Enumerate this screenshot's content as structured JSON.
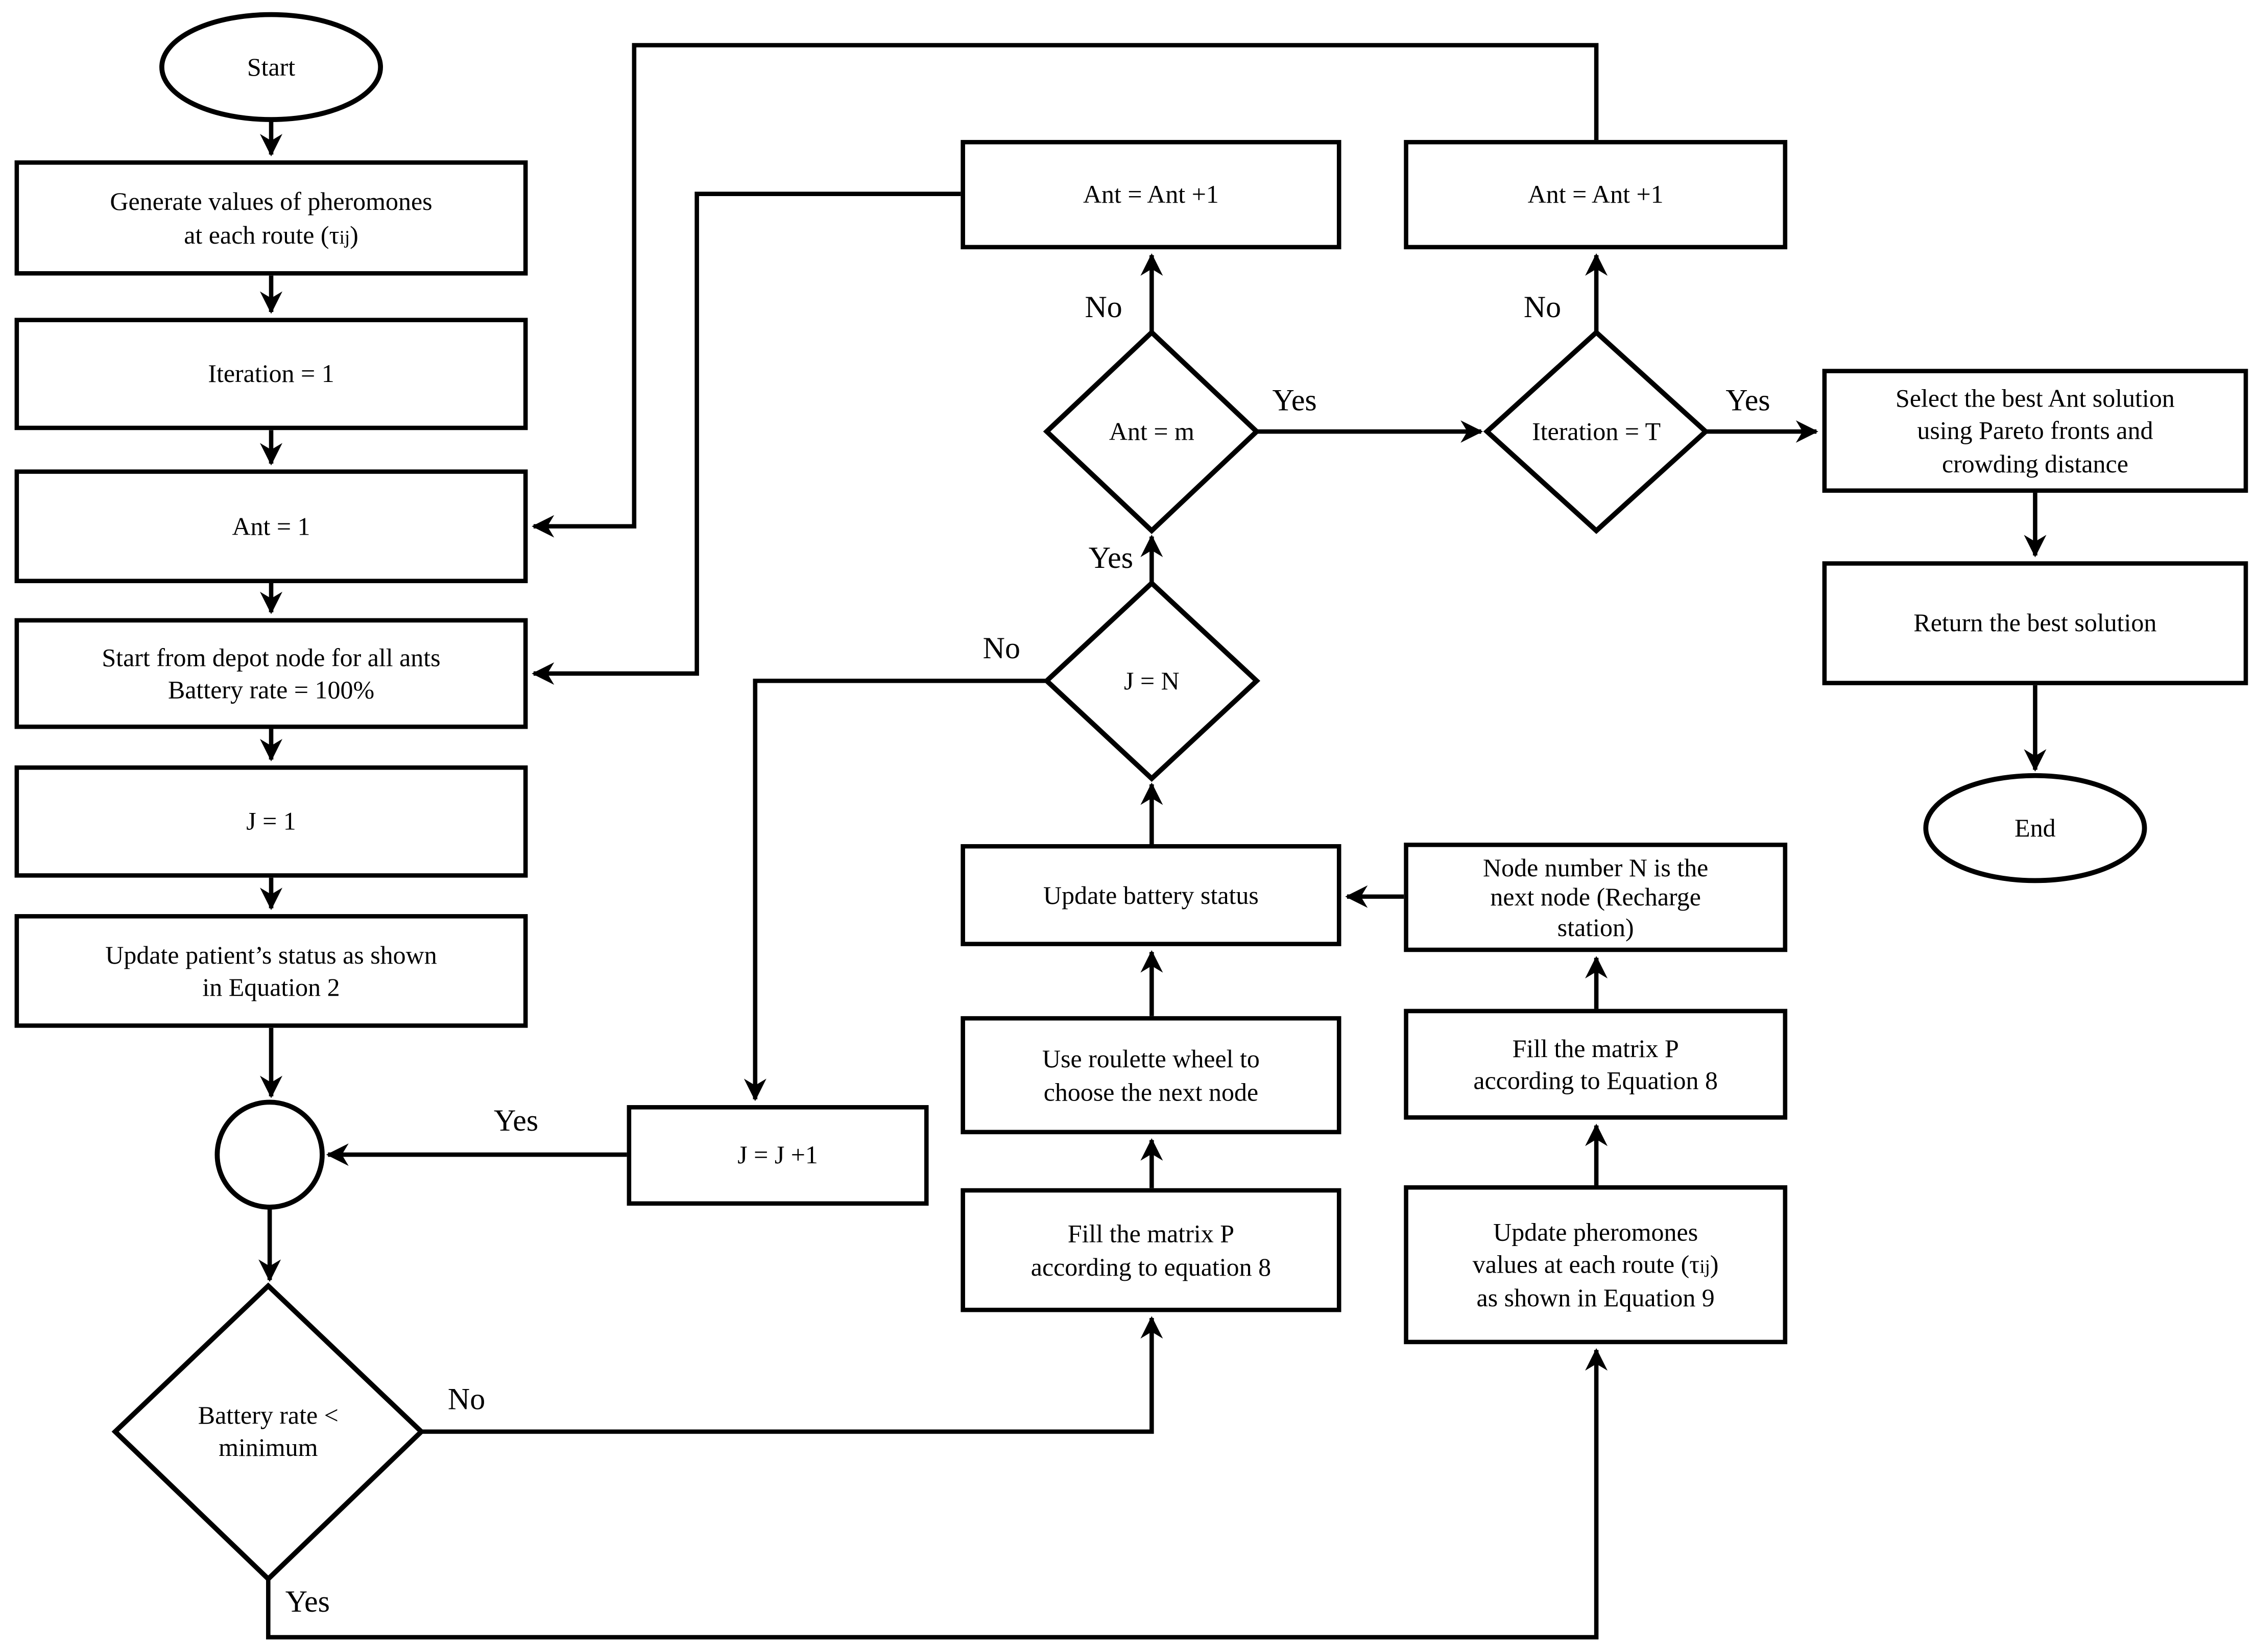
{
  "figure": {
    "nodes": {
      "start": "Start",
      "end": "End",
      "gen_pheromones": {
        "line1": "Generate values of pheromones",
        "line2_pre": "at each route (τ",
        "line2_sub": "ij",
        "line2_post": ")"
      },
      "iteration1": "Iteration = 1",
      "ant1": "Ant = 1",
      "depot": {
        "line1": "Start from depot node for all ants",
        "line2": "Battery rate = 100%"
      },
      "j1": "J = 1",
      "update_patient": {
        "line1": "Update patient’s status as shown",
        "line2": "in Equation 2"
      },
      "battery_check": {
        "line1": "Battery rate <",
        "line2": "minimum"
      },
      "j_increment": "J = J +1",
      "ant_increment_left": "Ant = Ant +1",
      "ant_increment_right": "Ant = Ant +1",
      "ant_m": "Ant = m",
      "j_n": "J = N",
      "iteration_t": "Iteration = T",
      "update_battery": "Update battery status",
      "roulette": {
        "line1": "Use roulette wheel to",
        "line2": "choose the next node"
      },
      "fill_matrix_mid": {
        "line1": "Fill the matrix P",
        "line2": "according to equation 8"
      },
      "node_n": {
        "line1": "Node number N is the",
        "line2": "next node (Recharge",
        "line3": "station)"
      },
      "fill_matrix_right": {
        "line1": "Fill the matrix P",
        "line2": "according to Equation 8"
      },
      "update_pheromones": {
        "line1": "Update pheromones",
        "line2_pre": "values at each route (τ",
        "line2_sub": "ij",
        "line2_post": ")",
        "line3": "as shown in Equation 9"
      },
      "select_best": {
        "line1": "Select the best Ant solution",
        "line2": "using Pareto fronts and",
        "line3": "crowding distance"
      },
      "return_best": "Return the best solution"
    },
    "edge_labels": {
      "yes": "Yes",
      "no": "No"
    }
  }
}
